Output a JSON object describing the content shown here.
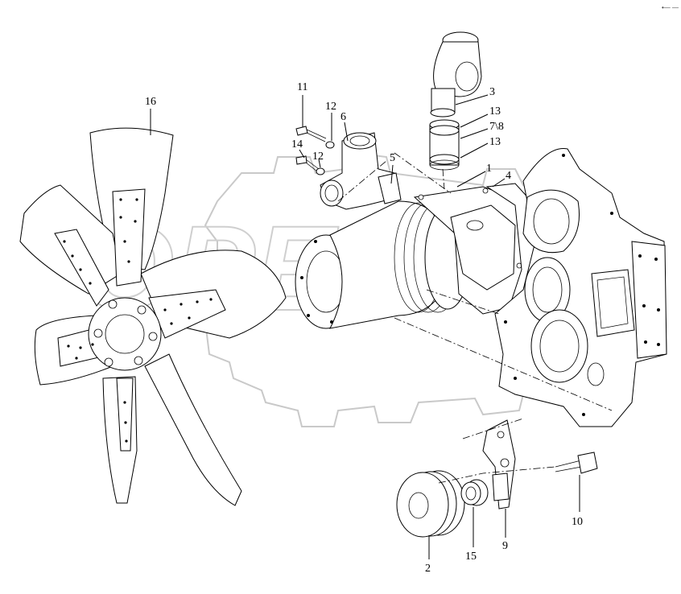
{
  "watermark": {
    "text": "OPEX"
  },
  "corner_mark": "•— —",
  "callouts": [
    {
      "id": "16",
      "label": "16"
    },
    {
      "id": "11",
      "label": "11"
    },
    {
      "id": "12a",
      "label": "12"
    },
    {
      "id": "6",
      "label": "6"
    },
    {
      "id": "14",
      "label": "14"
    },
    {
      "id": "12b",
      "label": "12"
    },
    {
      "id": "5",
      "label": "5"
    },
    {
      "id": "3",
      "label": "3"
    },
    {
      "id": "13a",
      "label": "13"
    },
    {
      "id": "7-8",
      "label": "7\\8"
    },
    {
      "id": "13b",
      "label": "13"
    },
    {
      "id": "1",
      "label": "1"
    },
    {
      "id": "4",
      "label": "4"
    },
    {
      "id": "10",
      "label": "10"
    },
    {
      "id": "9",
      "label": "9"
    },
    {
      "id": "15",
      "label": "15"
    },
    {
      "id": "2",
      "label": "2"
    }
  ]
}
